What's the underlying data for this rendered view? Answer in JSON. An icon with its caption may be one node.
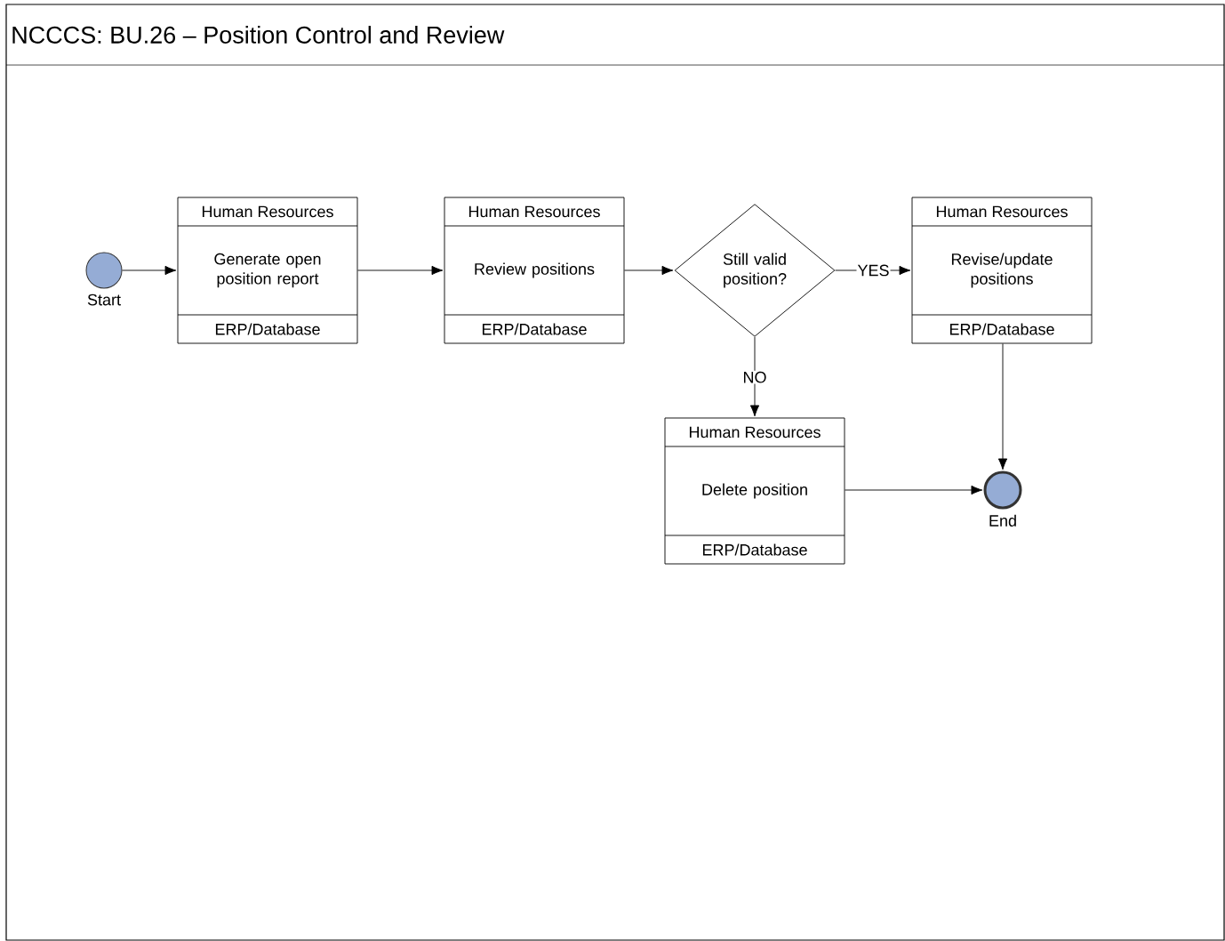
{
  "diagram": {
    "title": "NCCCS: BU.26 – Position Control and Review",
    "nodes": [
      {
        "text": [],
        "shape": "circle",
        "beside": [
          "Start"
        ]
      },
      {
        "text": [
          "Human Resources",
          "Generate open position report",
          "ERP/Database"
        ]
      },
      {
        "text": [
          "Human Resources",
          "Review positions",
          "ERP/Database"
        ]
      },
      {
        "text": [
          "Still valid position?"
        ]
      },
      {
        "text": [
          "Human Resources",
          "Revise/update positions",
          "ERP/Database"
        ]
      },
      {
        "text": [
          "Human Resources",
          "Delete position",
          "ERP/Database"
        ]
      },
      {
        "text": [],
        "shape": "circle",
        "beside": [
          "End"
        ]
      }
    ],
    "edges": [
      {
        "from": 0,
        "to": 1,
        "arrow": "to"
      },
      {
        "from": 1,
        "to": 2,
        "arrow": "to"
      },
      {
        "from": 2,
        "to": 3,
        "arrow": "to"
      },
      {
        "from": 3,
        "to": 4,
        "arrow": "to",
        "label": "YES"
      },
      {
        "from": 3,
        "to": 5,
        "arrow": "to",
        "label": "NO"
      },
      {
        "from": 4,
        "to": 6,
        "arrow": "to"
      },
      {
        "from": 5,
        "to": 6,
        "arrow": "to"
      }
    ]
  }
}
